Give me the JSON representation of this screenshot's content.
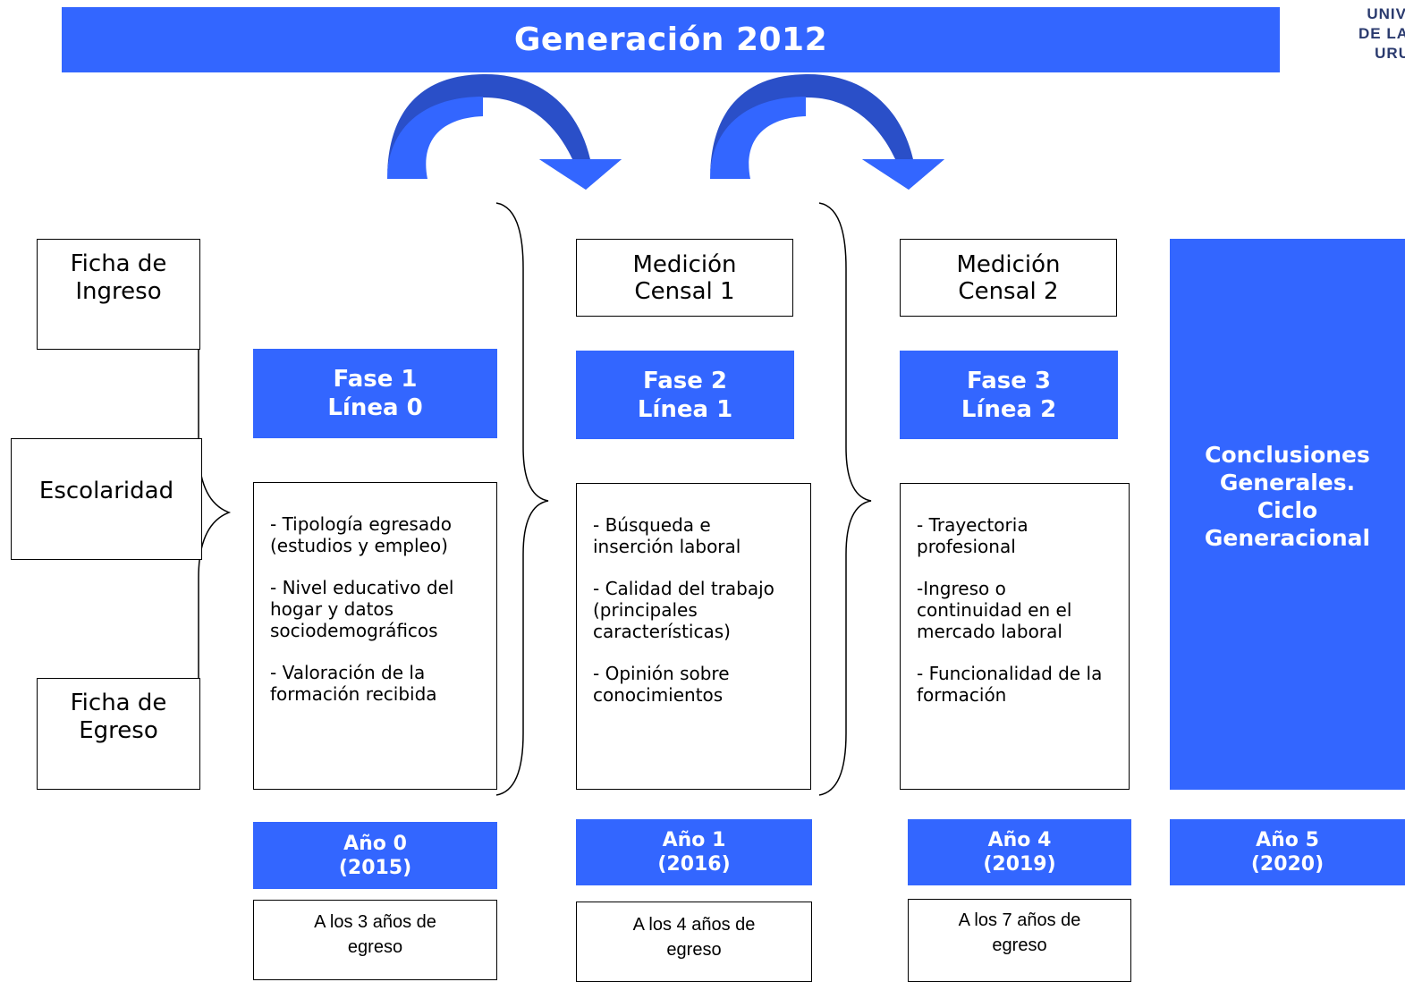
{
  "header": {
    "title": "Generación 2012"
  },
  "logo": {
    "lines": [
      "UNIV",
      "DE LA",
      "URU"
    ]
  },
  "left_column": {
    "ficha_ingreso": "Ficha  de\nIngreso",
    "escolaridad": "Escolaridad",
    "ficha_egreso": "Ficha de\nEgreso"
  },
  "measurements": [
    {
      "label": "Medición\nCensal 1"
    },
    {
      "label": "Medición\nCensal 2"
    }
  ],
  "phases": [
    {
      "label": "Fase 1\nLínea 0"
    },
    {
      "label": "Fase 2\nLínea 1"
    },
    {
      "label": "Fase 3\nLínea 2"
    }
  ],
  "contents": [
    {
      "items": [
        "- Tipología egresado (estudios y empleo)",
        "- Nivel educativo del hogar y datos sociodemográficos",
        "- Valoración de la formación recibida"
      ]
    },
    {
      "items": [
        "- Búsqueda e inserción laboral",
        "- Calidad del trabajo (principales características)",
        "- Opinión sobre conocimientos"
      ]
    },
    {
      "items": [
        "- Trayectoria profesional",
        "-Ingreso o continuidad en el mercado laboral",
        "- Funcionalidad de la formación"
      ]
    }
  ],
  "conclusions": {
    "label": "Conclusiones\nGenerales.\nCiclo\nGeneracional"
  },
  "years": [
    {
      "label": "Año 0\n(2015)"
    },
    {
      "label": "Año 1\n(2016)"
    },
    {
      "label": "Año 4\n(2019)"
    },
    {
      "label": "Año 5\n(2020)"
    }
  ],
  "notes": [
    {
      "label": "A los 3 años de\negreso"
    },
    {
      "label": "A los 4 años de\negreso"
    },
    {
      "label": "A los 7 años de\negreso"
    }
  ],
  "colors": {
    "accent": "#3366ff",
    "arrow": "#3366ff",
    "arrow_dark": "#2a4fc8",
    "logo_text": "#2a3a6e"
  }
}
